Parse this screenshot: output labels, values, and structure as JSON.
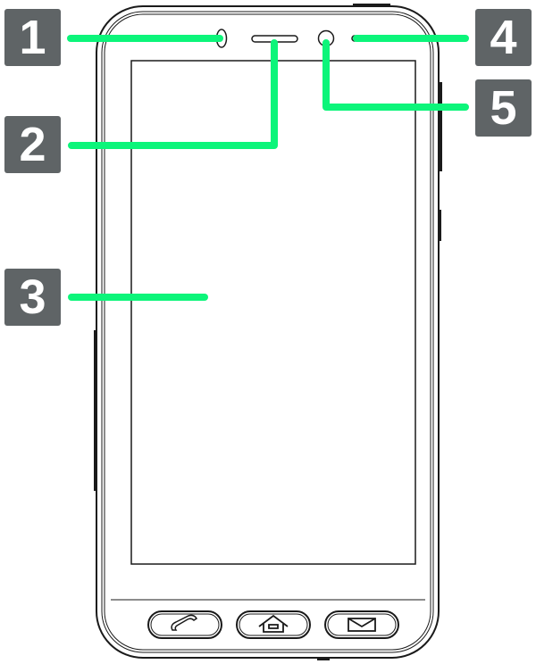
{
  "callouts": [
    {
      "number": "1",
      "target": "earpiece-proximity-sensor"
    },
    {
      "number": "2",
      "target": "receiver-speaker"
    },
    {
      "number": "3",
      "target": "display"
    },
    {
      "number": "4",
      "target": "notification-led"
    },
    {
      "number": "5",
      "target": "front-camera"
    }
  ],
  "colors": {
    "leader": "#0cf57a",
    "badge": "#5f6466",
    "outline": "#1a1a1a"
  },
  "buttons": [
    {
      "icon": "phone-icon"
    },
    {
      "icon": "home-icon"
    },
    {
      "icon": "mail-icon"
    }
  ]
}
